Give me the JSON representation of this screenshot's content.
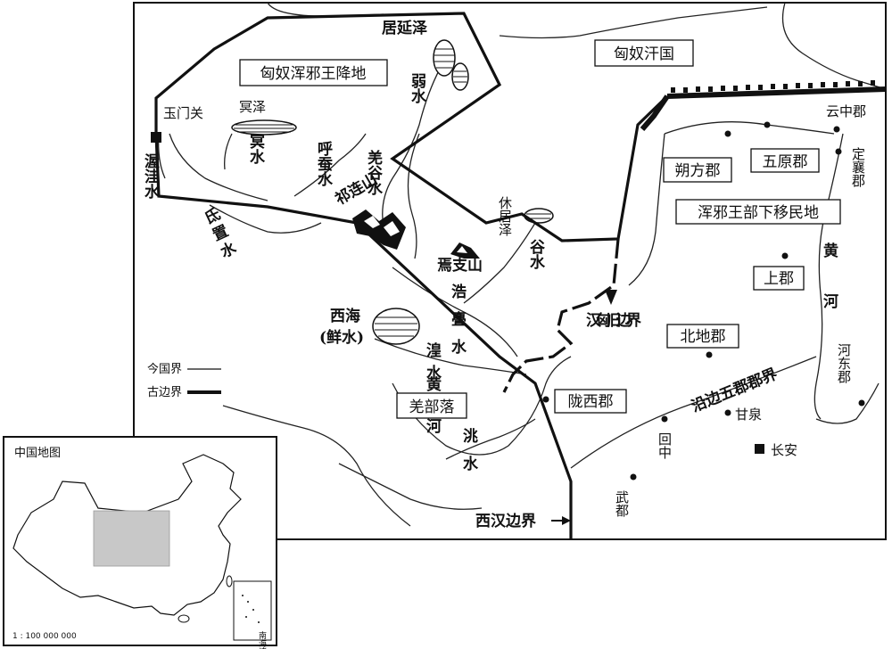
{
  "labels": {
    "xiongnu_hunxie_land": "匈奴浑邪王降地",
    "xiongnu_khanate": "匈奴汗国",
    "hunxie_migration": "浑邪王部下移民地",
    "qiang_tribes": "羌部落",
    "shuofang": "朔方郡",
    "wuyuan": "五原郡",
    "shangjun": "上郡",
    "beidi": "北地郡",
    "longxi": "陇西郡",
    "yunzhong": "云中郡",
    "dingxiang": "定襄郡",
    "hedong": "河东郡",
    "huizhong": "回中",
    "ganquan": "甘泉",
    "changan": "长安",
    "wudu": "武都",
    "yumenguan": "玉门关",
    "juyanze": "居延泽",
    "mingze": "冥泽",
    "mingshui": "冥水",
    "woware": "渥洼水",
    "dizhi": "氐置水",
    "ruoshui": "弱水",
    "hucan": "呼蚕水",
    "qianggu": "羌谷水",
    "qilian": "祁连山",
    "xiujuze": "休居泽",
    "gushui": "谷水",
    "yanzhi": "焉支山",
    "haomen": "浩亹水",
    "xihai": "西海",
    "xianshui": "(鲜水)",
    "huangshui": "湟水",
    "huanghe_west": "黄河",
    "taoshui": "洮水",
    "huanghe_east": "黄河",
    "han_xiongnu_old_border": "汉匈旧边界",
    "five_commanderies_border": "沿边五郡郡界",
    "western_han_border": "西汉边界"
  },
  "legend": {
    "modern": "今国界",
    "ancient": "古边界"
  },
  "inset": {
    "title": "中国地图",
    "scale": "1 : 100 000 000",
    "south_sea": "南海诸岛"
  }
}
